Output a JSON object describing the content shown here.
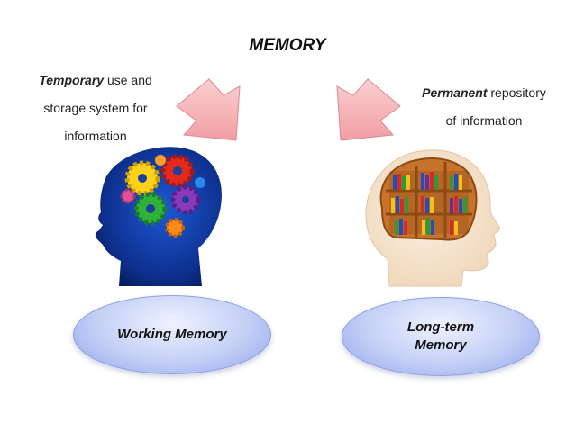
{
  "title": "MEMORY",
  "left_note": {
    "emphasis": "Temporary",
    "line1_rest": " use and",
    "line2": "storage system for",
    "line3": "information"
  },
  "right_note": {
    "emphasis": "Permanent",
    "line1_rest": " repository",
    "line2": "of information"
  },
  "ovals": {
    "working": "Working Memory",
    "long_term": "Long-term\nMemory"
  },
  "colors": {
    "arrow": "#f4aeb0",
    "oval": "#b8c6f2",
    "brain_left": "#1a3f9e",
    "brain_right": "#f3e0c7"
  }
}
